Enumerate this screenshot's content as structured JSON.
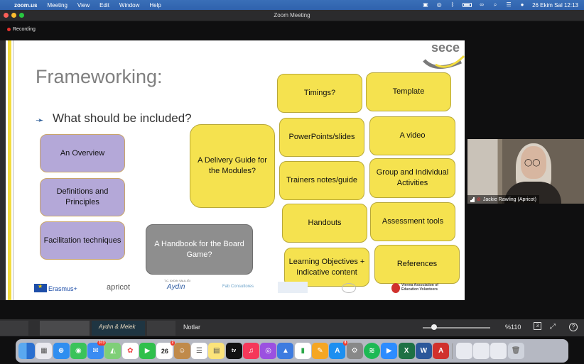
{
  "menubar": {
    "app": "zoom.us",
    "items": [
      "Meeting",
      "View",
      "Edit",
      "Window",
      "Help"
    ],
    "datetime": "26 Ekim Sal  12:13"
  },
  "window": {
    "title": "Zoom Meeting"
  },
  "recording": {
    "label": "Recording"
  },
  "slide": {
    "title": "Frameworking:",
    "bullet": "What should be included?",
    "logo": "sece",
    "purple_boxes": [
      "An Overview",
      "Definitions and Principles",
      "Facilitation techniques"
    ],
    "delivery_box": "A Delivery Guide for the Modules?",
    "handbook_box": "A Handbook for the Board Game?",
    "yellow_boxes": [
      "Timings?",
      "Template",
      "PowerPoints/slides",
      "A video",
      "Trainers notes/guide",
      "Group and Individual Activities",
      "Handouts",
      "Assessment tools",
      "Learning Objectives + Indicative content",
      "References"
    ],
    "footer": {
      "erasmus": "Erasmus+",
      "apricot": "apricot",
      "aydin_small": "T.C. AYDIN VALILIĞI",
      "aydin": "Aydın",
      "fab": "Fab Consultores",
      "vienna": "Vienna Association of Education Volunteers"
    }
  },
  "participant": {
    "name": "Jackie Rawling (Apricot)"
  },
  "notes": {
    "thumb_label": "Aydın & Melek",
    "label": "Notlar",
    "zoom_level": "%110",
    "zoom_fraction": 0.17,
    "page_badge": "3"
  },
  "dock": {
    "calendar_day": "26",
    "mail_badge": "373",
    "calendar_badge": "2",
    "appstore_badge": "8"
  }
}
